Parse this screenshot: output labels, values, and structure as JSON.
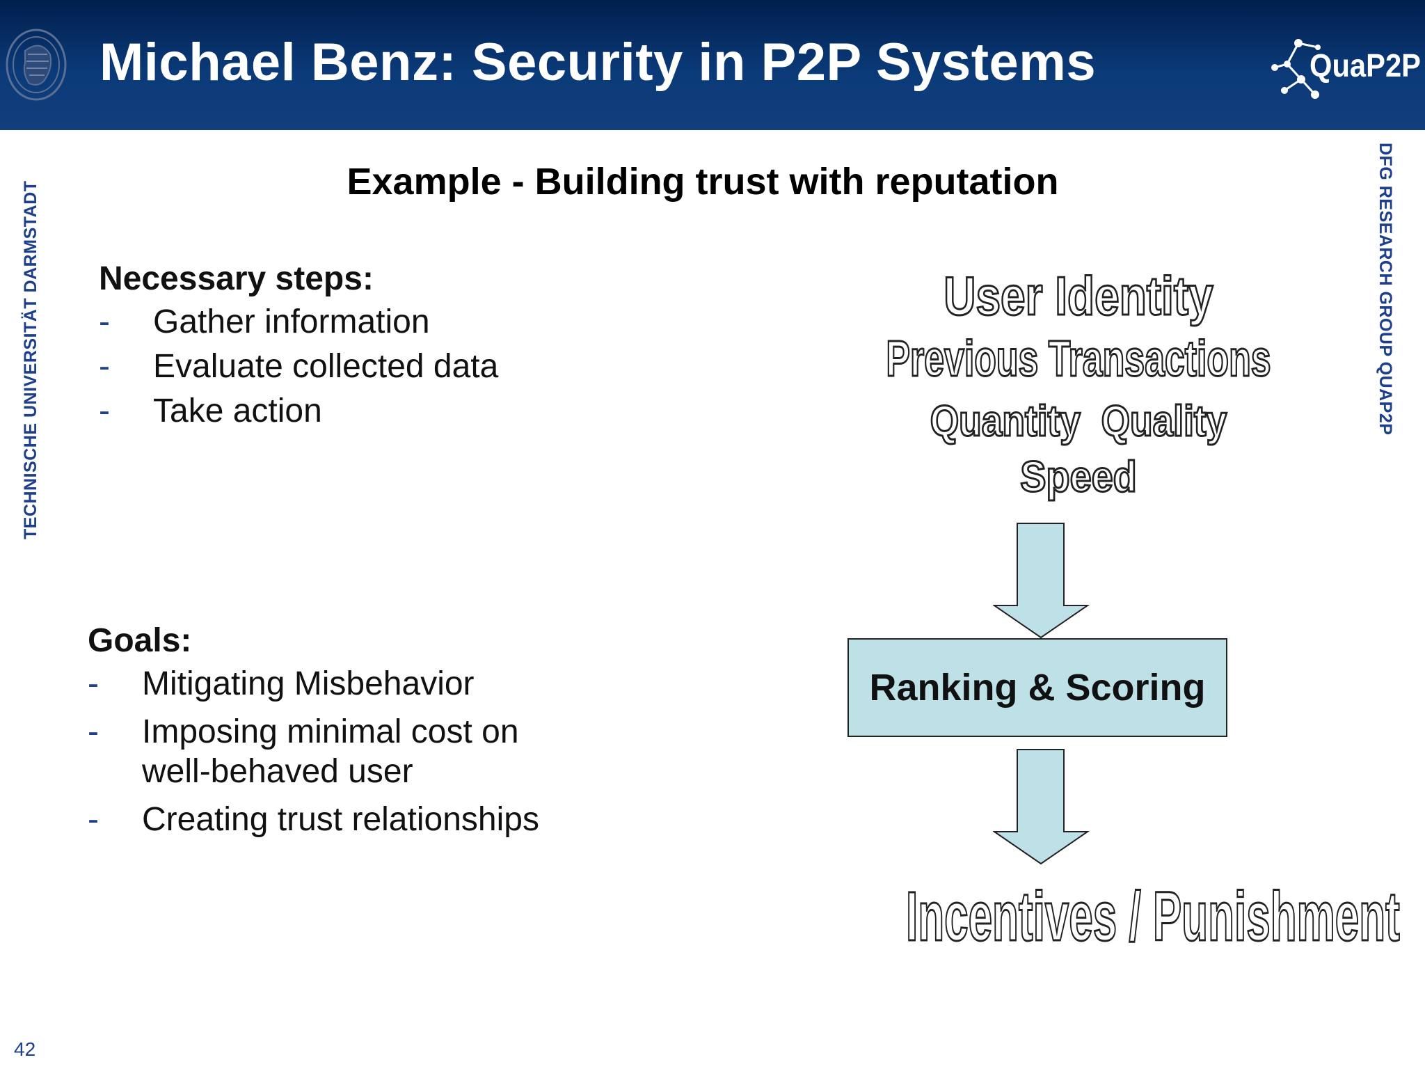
{
  "header": {
    "title": "Michael Benz: Security in P2P Systems",
    "logo_text": "QuaP2P",
    "seal_icon": "tu-darmstadt-seal-icon",
    "background": "#0b3a78"
  },
  "side": {
    "left_label": "TECHNISCHE UNIVERSITÄT DARMSTADT",
    "right_label": "DFG RESEARCH GROUP QUAP2P",
    "color": "#1d3f8c"
  },
  "slide_title": "Example - Building trust with reputation",
  "steps": {
    "heading": "Necessary steps:",
    "items": [
      {
        "bullet": "-",
        "text": "Gather information"
      },
      {
        "bullet": "-",
        "text": "Evaluate collected data"
      },
      {
        "bullet": "-",
        "text": "Take action"
      }
    ]
  },
  "goals": {
    "heading": "Goals:",
    "items": [
      {
        "bullet": "-",
        "lines": [
          "Mitigating Misbehavior"
        ]
      },
      {
        "bullet": "-",
        "lines": [
          "Imposing minimal cost on",
          "well-behaved user"
        ]
      },
      {
        "bullet": "-",
        "lines": [
          "Creating trust relationships"
        ]
      }
    ]
  },
  "diagram": {
    "inputs": [
      "User Identity",
      "Previous Transactions",
      "Quantity  Quality",
      "Speed"
    ],
    "process": "Ranking & Scoring",
    "output": "Incentives / Punishment",
    "box_color": "#bde1e6",
    "arrow_color": "#bde1e6"
  },
  "page_number": "42"
}
